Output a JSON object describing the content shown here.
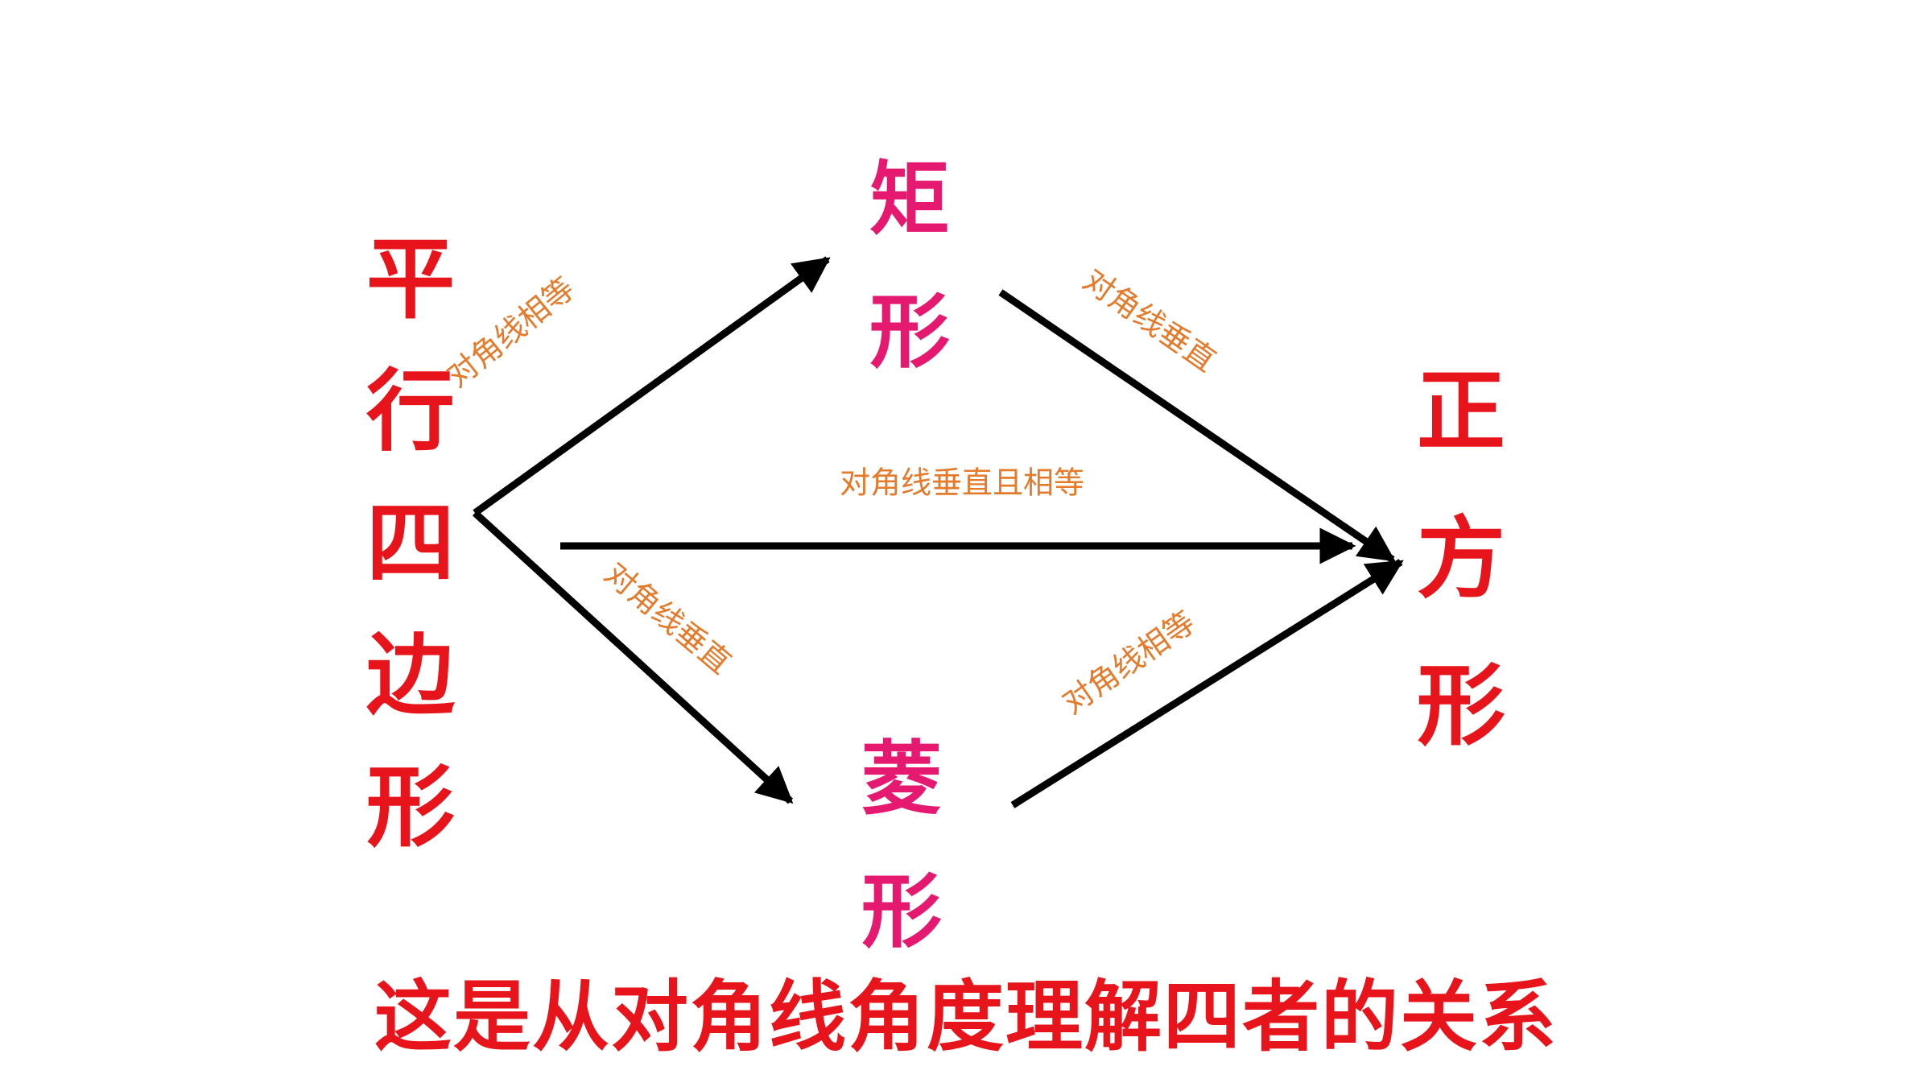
{
  "nodes": {
    "parallelogram": [
      "平",
      "行",
      "四",
      "边",
      "形"
    ],
    "rectangle": [
      "矩",
      "形"
    ],
    "rhombus": [
      "菱",
      "形"
    ],
    "square": [
      "正",
      "方",
      "形"
    ]
  },
  "edges": {
    "parallelogram_to_rectangle": "对角线相等",
    "parallelogram_to_rhombus": "对角线垂直",
    "rectangle_to_square": "对角线垂直",
    "rhombus_to_square": "对角线相等",
    "parallelogram_to_square": "对角线垂直且相等"
  },
  "caption": "这是从对角线角度理解四者的关系",
  "colors": {
    "node_red": "#e8141b",
    "node_pink": "#e5196f",
    "edge_label": "#e57a2b",
    "arrow": "#000000"
  }
}
